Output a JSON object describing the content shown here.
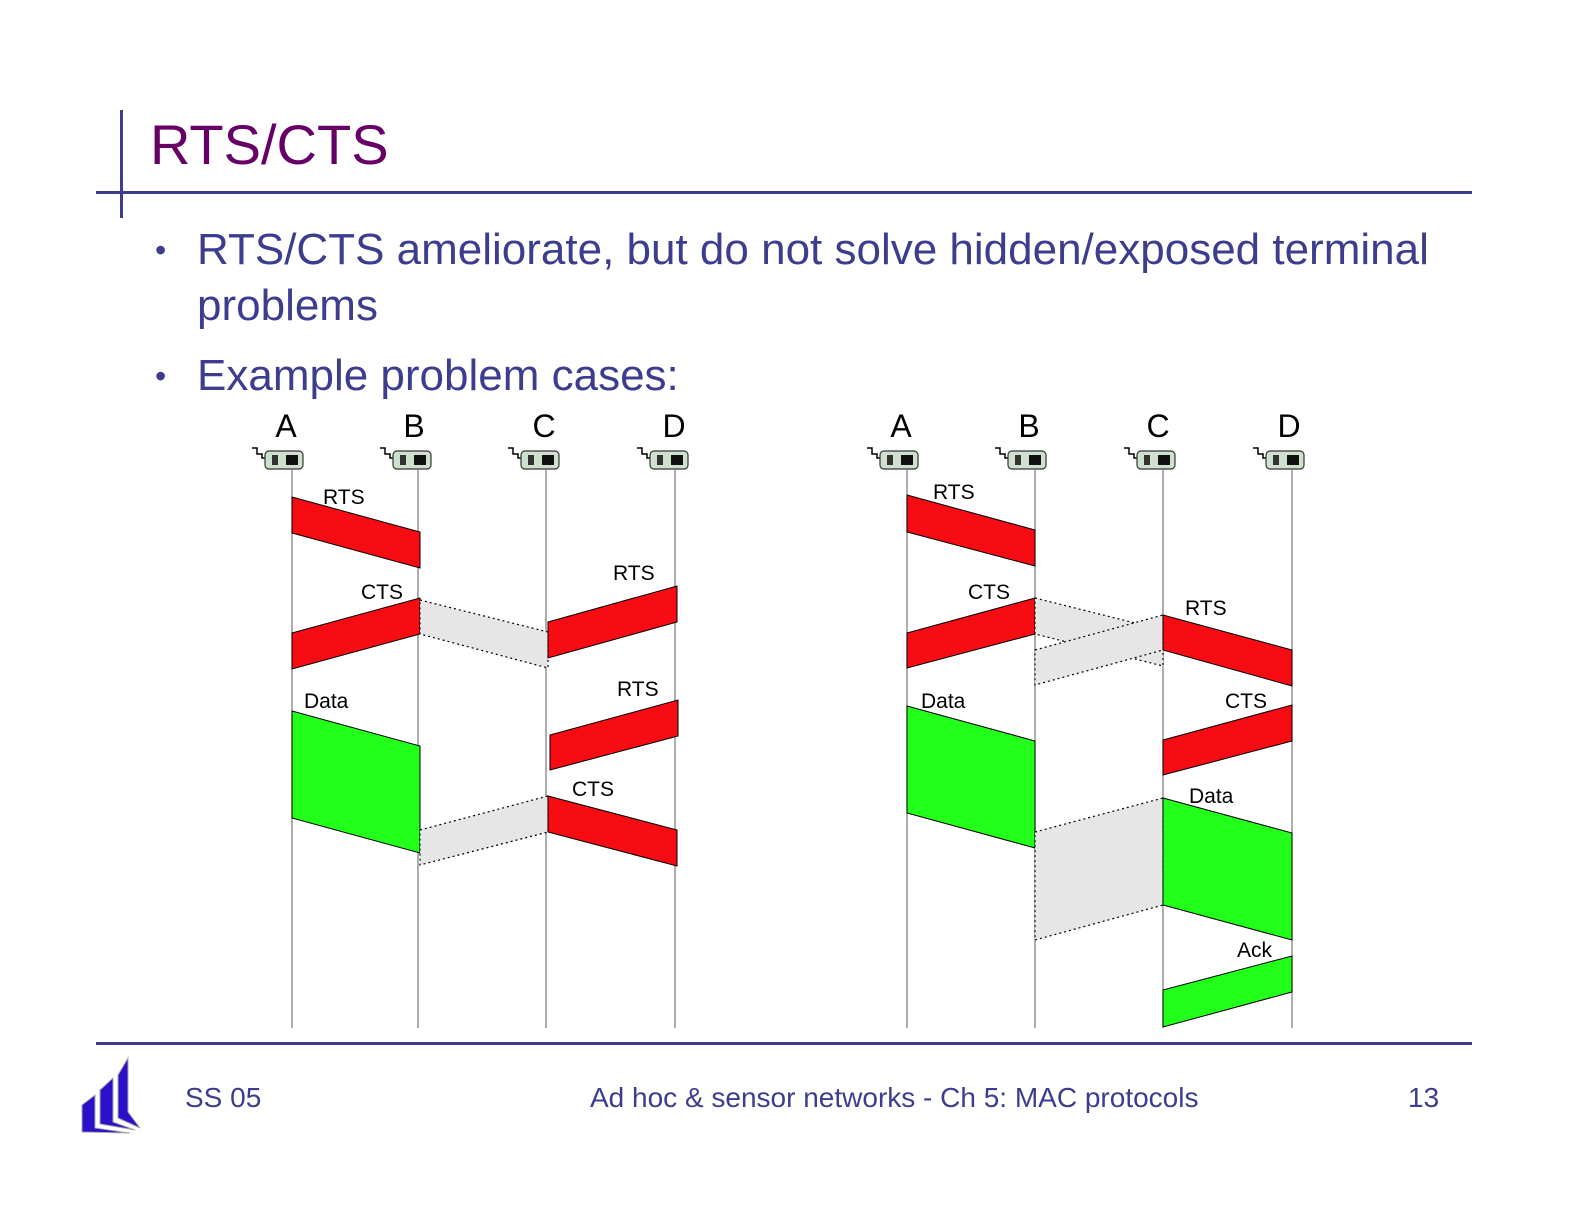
{
  "title": "RTS/CTS",
  "bullets": [
    "RTS/CTS ameliorate, but do not solve hidden/exposed terminal problems",
    "Example problem cases:"
  ],
  "diagram_left": {
    "nodes": [
      "A",
      "B",
      "C",
      "D"
    ],
    "labels": {
      "rts1": "RTS",
      "cts1": "CTS",
      "rts2": "RTS",
      "rts3": "RTS",
      "data": "Data",
      "cts2": "CTS"
    }
  },
  "diagram_right": {
    "nodes": [
      "A",
      "B",
      "C",
      "D"
    ],
    "labels": {
      "rts1": "RTS",
      "cts1": "CTS",
      "rts2": "RTS",
      "cts2": "CTS",
      "data1": "Data",
      "data2": "Data",
      "ack": "Ack"
    }
  },
  "colors": {
    "control": "#f80c14",
    "data": "#22ff1a",
    "overheard": "#e6e6e6"
  },
  "footer": {
    "left": "SS 05",
    "center": "Ad hoc & sensor networks - Ch 5: MAC protocols",
    "page": "13"
  }
}
